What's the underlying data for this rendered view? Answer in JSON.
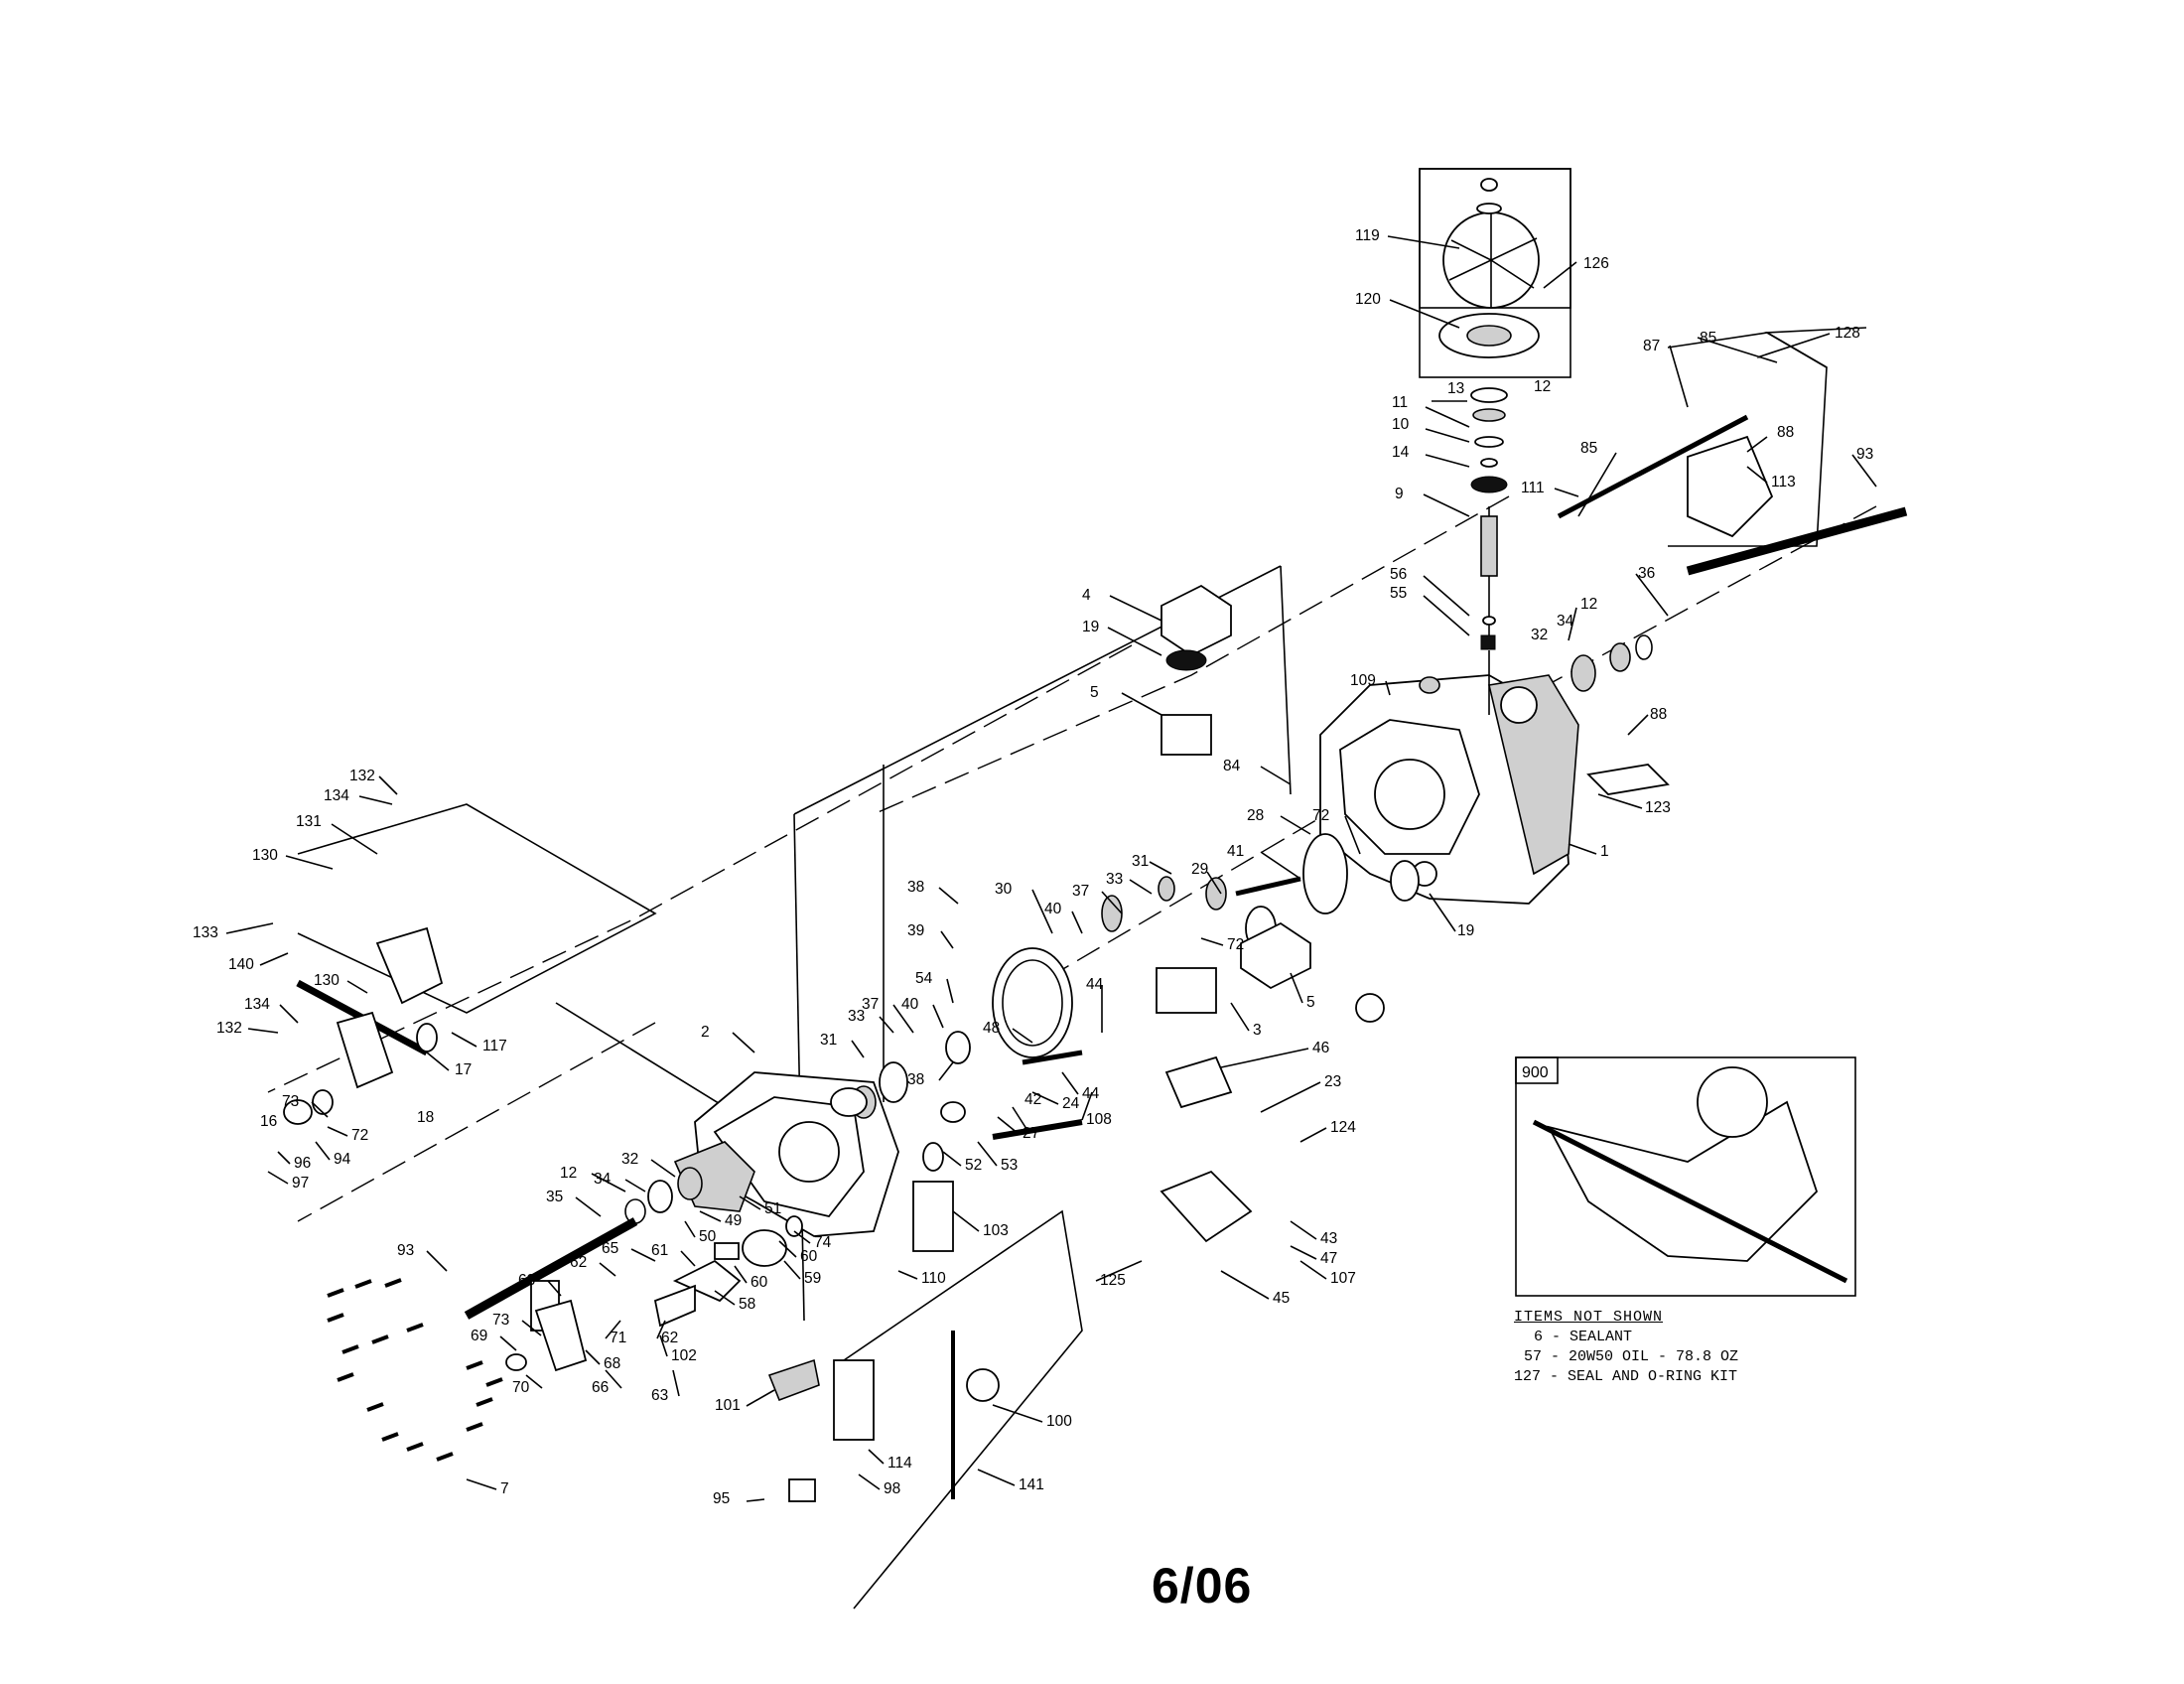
{
  "diagram": {
    "date_code": "6/06",
    "inset_box_label": "900",
    "items_not_shown": {
      "heading": "ITEMS NOT SHOWN",
      "items": [
        "6 - SEALANT",
        "57 - 20W50 OIL - 78.8 OZ",
        "127 - SEAL AND O-RING KIT"
      ]
    },
    "part_labels": [
      "1",
      "2",
      "3",
      "4",
      "5",
      "7",
      "9",
      "10",
      "11",
      "12",
      "13",
      "14",
      "16",
      "17",
      "18",
      "19",
      "23",
      "24",
      "27",
      "28",
      "29",
      "30",
      "31",
      "32",
      "33",
      "34",
      "35",
      "36",
      "37",
      "38",
      "39",
      "40",
      "41",
      "42",
      "43",
      "44",
      "45",
      "46",
      "47",
      "48",
      "49",
      "50",
      "51",
      "52",
      "53",
      "54",
      "55",
      "56",
      "58",
      "59",
      "60",
      "61",
      "62",
      "63",
      "65",
      "66",
      "68",
      "69",
      "70",
      "71",
      "72",
      "73",
      "74",
      "84",
      "85",
      "87",
      "88",
      "93",
      "94",
      "95",
      "96",
      "97",
      "98",
      "100",
      "101",
      "102",
      "103",
      "107",
      "108",
      "109",
      "110",
      "111",
      "113",
      "114",
      "117",
      "119",
      "120",
      "123",
      "124",
      "125",
      "126",
      "128",
      "130",
      "131",
      "132",
      "133",
      "134",
      "140",
      "141"
    ]
  }
}
